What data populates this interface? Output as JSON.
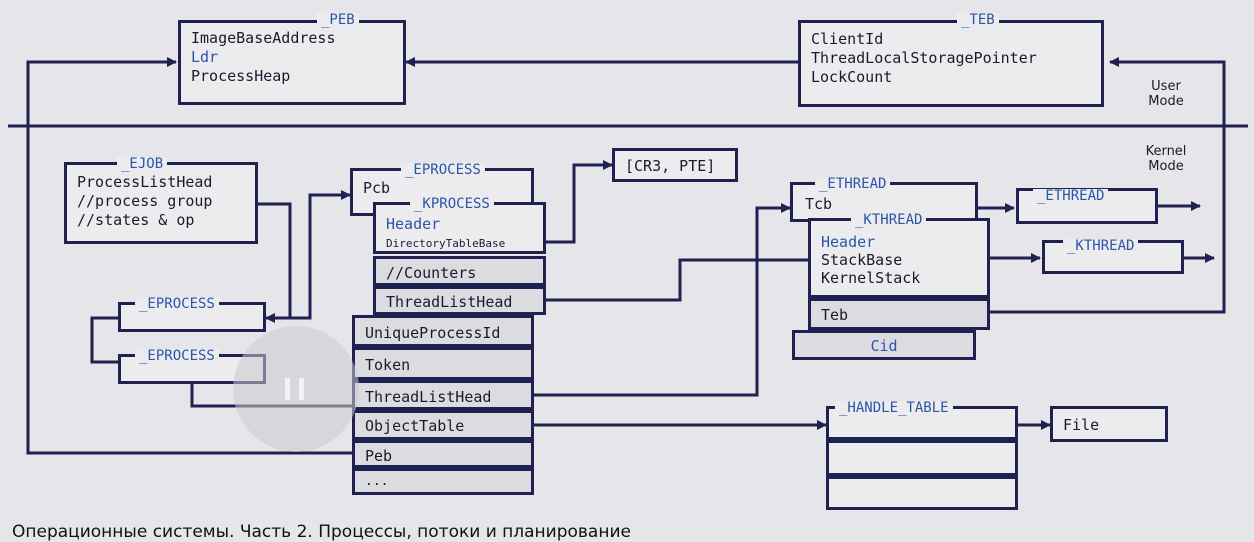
{
  "peb": {
    "title": "_PEB",
    "fields": [
      "ImageBaseAddress",
      "Ldr",
      "ProcessHeap"
    ]
  },
  "teb": {
    "title": "_TEB",
    "fields": [
      "ClientId",
      "ThreadLocalStoragePointer",
      "LockCount"
    ]
  },
  "mode_labels": {
    "user": "User Mode",
    "kernel": "Kernel Mode"
  },
  "ejob": {
    "title": "_EJOB",
    "fields": [
      "ProcessListHead",
      "//process group",
      "//states & op"
    ]
  },
  "eprocess_list": [
    "_EPROCESS",
    "_EPROCESS"
  ],
  "eprocess": {
    "title": "_EPROCESS",
    "pcb": "Pcb",
    "kprocess": {
      "title": "_KPROCESS",
      "header": "Header",
      "dtb": "DirectoryTableBase",
      "counters": "//Counters",
      "thread_list_head": "ThreadListHead"
    },
    "fields": [
      "UniqueProcessId",
      "Token",
      "ThreadListHead",
      "ObjectTable",
      "Peb",
      "..."
    ]
  },
  "cr3": "[CR3, PTE]",
  "ethread": {
    "title": "_ETHREAD",
    "tcb": "Tcb",
    "kthread": {
      "title": "_KTHREAD",
      "fields": [
        "Header",
        "StackBase",
        "KernelStack"
      ],
      "teb": "Teb"
    },
    "cid": "Cid"
  },
  "ethread_next": "_ETHREAD",
  "kthread_next": "_KTHREAD",
  "handle_table": {
    "title": "_HANDLE_TABLE"
  },
  "file": "File",
  "caption": "Операционные системы. Часть 2. Процессы, потоки и планирование",
  "colors": {
    "line": "#1f2150",
    "accent": "#2a55a8",
    "background": "#e6e6ea"
  }
}
